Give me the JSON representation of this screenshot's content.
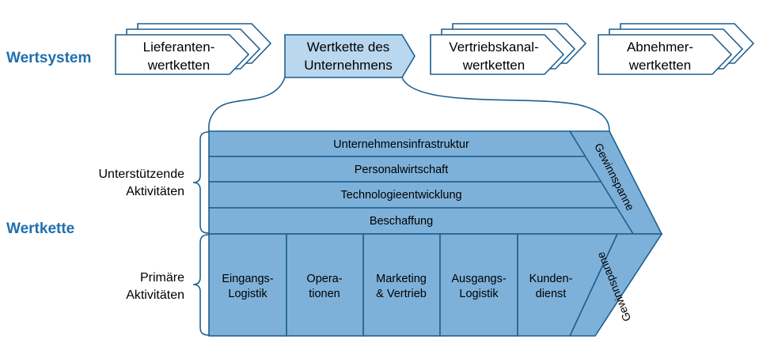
{
  "value_system": {
    "title": "Wertsystem",
    "boxes": [
      {
        "lines": [
          "Lieferanten-",
          "wertketten"
        ]
      },
      {
        "lines": [
          "Wertkette des",
          "Unternehmens"
        ]
      },
      {
        "lines": [
          "Vertriebskanal-",
          "wertketten"
        ]
      },
      {
        "lines": [
          "Abnehmer-",
          "wertketten"
        ]
      }
    ]
  },
  "value_chain": {
    "title": "Wertkette",
    "support_label": [
      "Unterstützende",
      "Aktivitäten"
    ],
    "primary_label": [
      "Primäre",
      "Aktivitäten"
    ],
    "support_activities": [
      "Unternehmensinfrastruktur",
      "Personalwirtschaft",
      "Technologieentwicklung",
      "Beschaffung"
    ],
    "primary_activities": [
      [
        "Eingangs-",
        "Logistik"
      ],
      [
        "Opera-",
        "tionen"
      ],
      [
        "Marketing",
        "& Vertrieb"
      ],
      [
        "Ausgangs-",
        "Logistik"
      ],
      [
        "Kunden-",
        "dienst"
      ]
    ],
    "margin_top": "Gewinnspanne",
    "margin_bottom": "Gewinnspanne"
  },
  "colors": {
    "fill_dark": "#7eb1d9",
    "fill_light": "#b9d7ee",
    "stroke": "#1e5f8f",
    "title": "#1f6fae"
  }
}
